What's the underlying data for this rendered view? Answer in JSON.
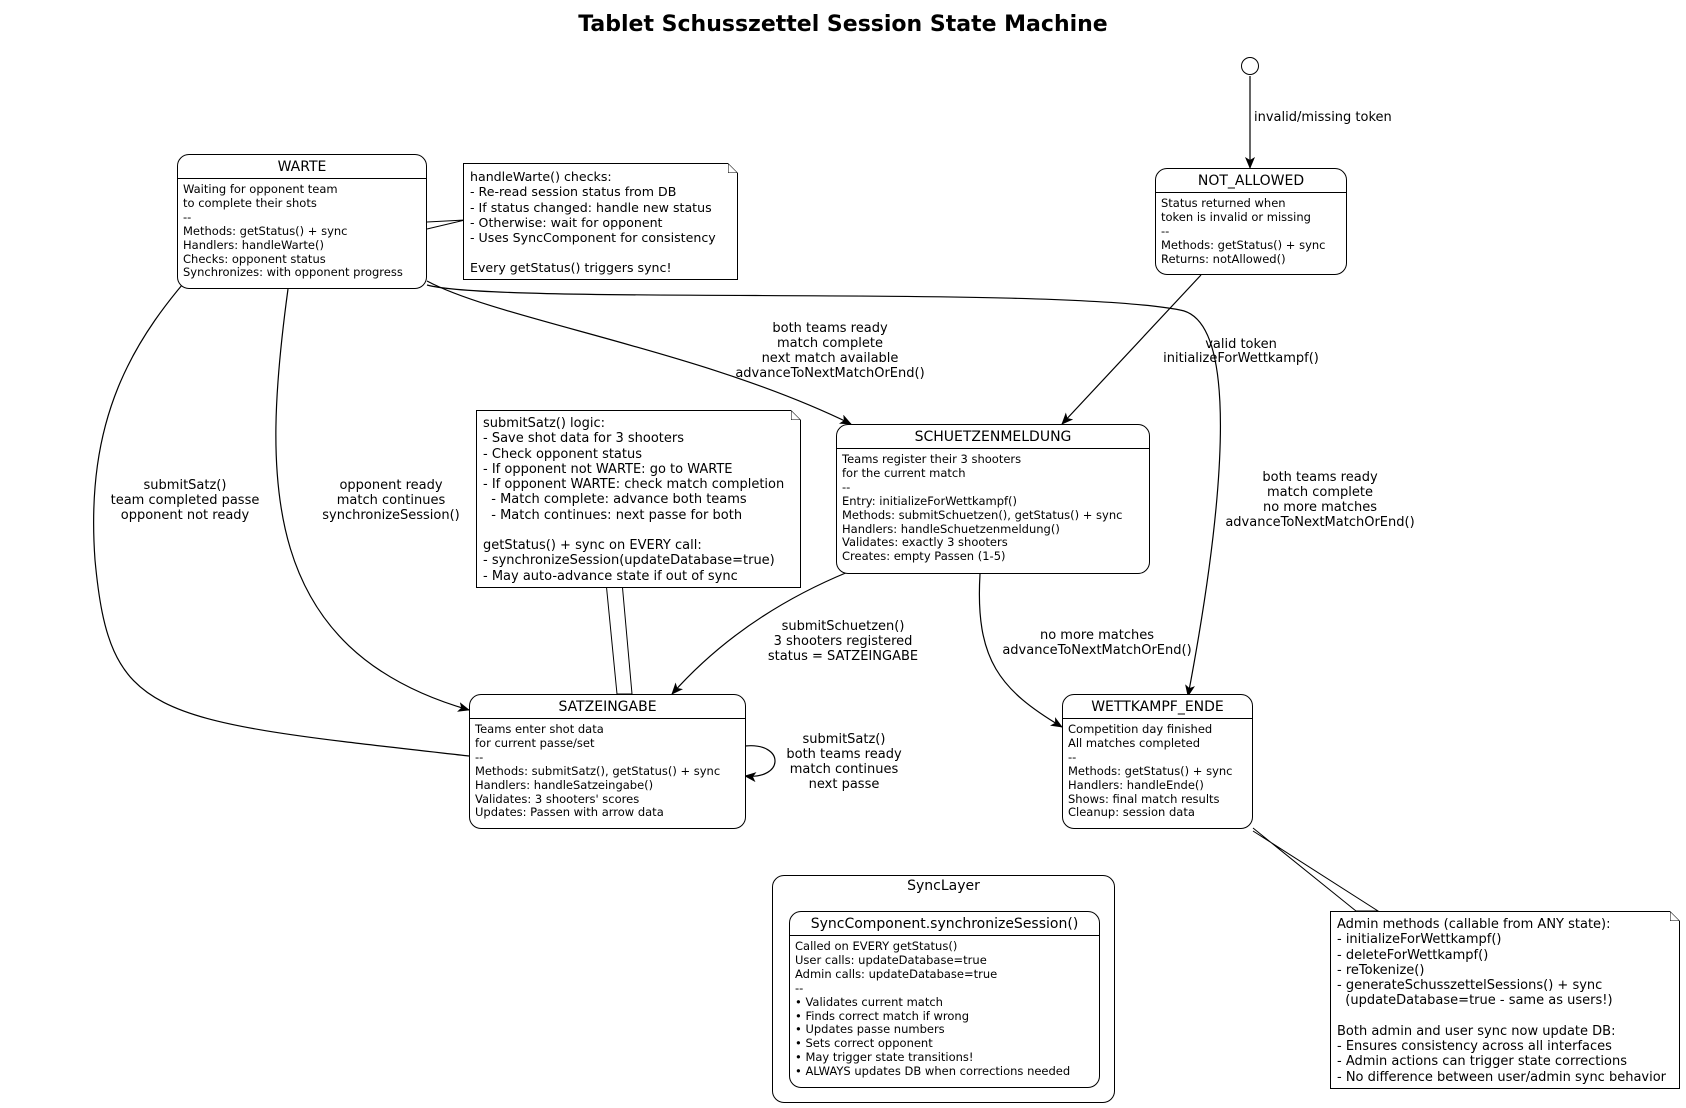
{
  "title": "Tablet Schusszettel Session State Machine",
  "states": {
    "warte": {
      "name": "WARTE",
      "lines": [
        "Waiting for opponent team",
        "to complete their shots",
        "--",
        "Methods: getStatus() + sync",
        "Handlers: handleWarte()",
        "Checks: opponent status",
        "Synchronizes: with opponent progress"
      ]
    },
    "not_allowed": {
      "name": "NOT_ALLOWED",
      "lines": [
        "Status returned when",
        "token is invalid or missing",
        "--",
        "Methods: getStatus() + sync",
        "Returns: notAllowed()"
      ]
    },
    "schuetzenmeldung": {
      "name": "SCHUETZENMELDUNG",
      "lines": [
        "Teams register their 3 shooters",
        "for the current match",
        "--",
        "Entry: initializeForWettkampf()",
        "Methods: submitSchuetzen(), getStatus() + sync",
        "Handlers: handleSchuetzenmeldung()",
        "Validates: exactly 3 shooters",
        "Creates: empty Passen (1-5)"
      ]
    },
    "satzeingabe": {
      "name": "SATZEINGABE",
      "lines": [
        "Teams enter shot data",
        "for current passe/set",
        "--",
        "Methods: submitSatz(), getStatus() + sync",
        "Handlers: handleSatzeingabe()",
        "Validates: 3 shooters' scores",
        "Updates: Passen with arrow data"
      ]
    },
    "wettkampf_ende": {
      "name": "WETTKAMPF_ENDE",
      "lines": [
        "Competition day finished",
        "All matches completed",
        "--",
        "Methods: getStatus() + sync",
        "Handlers: handleEnde()",
        "Shows: final match results",
        "Cleanup: session data"
      ]
    }
  },
  "sync_layer": {
    "name": "SyncLayer",
    "component": {
      "name": "SyncComponent.synchronizeSession()",
      "lines": [
        "Called on EVERY getStatus()",
        "User calls: updateDatabase=true",
        "Admin calls: updateDatabase=true",
        "--",
        "• Validates current match",
        "• Finds correct match if wrong",
        "• Updates passe numbers",
        "• Sets correct opponent",
        "• May trigger state transitions!",
        "• ALWAYS updates DB when corrections needed"
      ]
    }
  },
  "notes": {
    "warte_note": [
      "handleWarte() checks:",
      "- Re-read session status from DB",
      "- If status changed: handle new status",
      "- Otherwise: wait for opponent",
      "- Uses SyncComponent for consistency",
      "",
      "Every getStatus() triggers sync!"
    ],
    "satz_note": [
      "submitSatz() logic:",
      "- Save shot data for 3 shooters",
      "- Check opponent status",
      "- If opponent not WARTE: go to WARTE",
      "- If opponent WARTE: check match completion",
      "  - Match complete: advance both teams",
      "  - Match continues: next passe for both",
      "",
      "getStatus() + sync on EVERY call:",
      "- synchronizeSession(updateDatabase=true)",
      "- May auto-advance state if out of sync"
    ],
    "admin_note": [
      "Admin methods (callable from ANY state):",
      "- initializeForWettkampf()",
      "- deleteForWettkampf()",
      "- reTokenize()",
      "- generateSchusszettelSessions() + sync",
      "  (updateDatabase=true - same as users!)",
      "",
      "Both admin and user sync now update DB:",
      "- Ensures consistency across all interfaces",
      "- Admin actions can trigger state corrections",
      "- No difference between user/admin sync behavior"
    ]
  },
  "transitions": {
    "start_to_not_allowed": [
      "invalid/missing token"
    ],
    "not_allowed_to_schuetzen": [
      "valid token",
      "initializeForWettkampf()"
    ],
    "warte_to_schuetzen": [
      "both teams ready",
      "match complete",
      "next match available",
      "advanceToNextMatchOrEnd()"
    ],
    "warte_to_ende": [
      "both teams ready",
      "match complete",
      "no more matches",
      "advanceToNextMatchOrEnd()"
    ],
    "warte_to_satz": [
      "opponent ready",
      "match continues",
      "synchronizeSession()"
    ],
    "satz_to_warte": [
      "submitSatz()",
      "team completed passe",
      "opponent not ready"
    ],
    "schuetzen_to_satz": [
      "submitSchuetzen()",
      "3 shooters registered",
      "status = SATZEINGABE"
    ],
    "schuetzen_to_ende": [
      "no more matches",
      "advanceToNextMatchOrEnd()"
    ],
    "satz_self": [
      "submitSatz()",
      "both teams ready",
      "match continues",
      "next passe"
    ]
  }
}
